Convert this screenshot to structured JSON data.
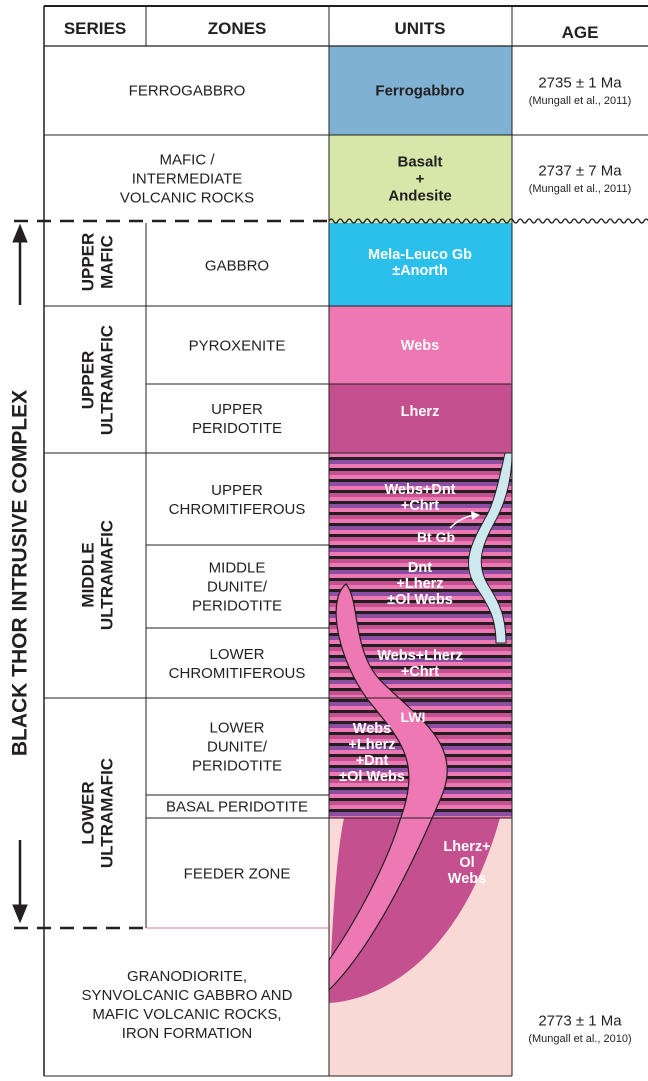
{
  "header": {
    "series": "SERIES",
    "zones": "ZONES",
    "units": "UNITS",
    "age": "AGE"
  },
  "complex_label": "BLACK THOR INTRUSIVE COMPLEX",
  "series": [
    {
      "lines": [
        "UPPER",
        "MAFIC"
      ]
    },
    {
      "lines": [
        "UPPER",
        "ULTRAMAFIC"
      ]
    },
    {
      "lines": [
        "MIDDLE",
        "ULTRAMAFIC"
      ]
    },
    {
      "lines": [
        "LOWER",
        "ULTRAMAFIC"
      ]
    }
  ],
  "overlying_units": [
    {
      "zone": [
        "FERROGABBRO"
      ],
      "unit": [
        "Ferrogabbro"
      ],
      "color": "#7fb1d3",
      "age": "2735 ± 1 Ma",
      "ref": "(Mungall et al., 2011)"
    },
    {
      "zone": [
        "MAFIC /",
        "INTERMEDIATE",
        "VOLCANIC ROCKS"
      ],
      "unit": [
        "Basalt",
        "+",
        "Andesite"
      ],
      "color": "#d7e6a9",
      "age": "2737 ± 7 Ma",
      "ref": "(Mungall et al., 2011)"
    }
  ],
  "zones": [
    {
      "zone": [
        "GABBRO"
      ],
      "unit": [
        "Mela-Leuco Gb",
        "±Anorth"
      ],
      "color": "#2bc0ec"
    },
    {
      "zone": [
        "PYROXENITE"
      ],
      "unit": [
        "Webs"
      ],
      "color": "#ee78b4"
    },
    {
      "zone": [
        "UPPER",
        "PERIDOTITE"
      ],
      "unit": [
        "Lherz"
      ],
      "color": "#c5508f"
    },
    {
      "zone": [
        "UPPER",
        "CHROMITIFEROUS"
      ],
      "unit": [
        "Webs+Dnt",
        "+Chrt"
      ]
    },
    {
      "zone": [
        "MIDDLE",
        "DUNITE/",
        "PERIDOTITE"
      ],
      "unit": [
        "Dnt",
        "+Lherz",
        "±Ol Webs"
      ]
    },
    {
      "zone": [
        "LOWER",
        "CHROMITIFEROUS"
      ],
      "unit": [
        "Webs+Lherz",
        "+Chrt"
      ]
    },
    {
      "zone": [
        "LOWER",
        "DUNITE/",
        "PERIDOTITE"
      ],
      "unit": [
        "Webs",
        "+Lherz",
        "+Dnt",
        "±Ol Webs"
      ]
    },
    {
      "zone": [
        "BASAL PERIDOTITE"
      ]
    },
    {
      "zone": [
        "FEEDER ZONE"
      ],
      "unit": [
        "Lherz+",
        "Ol",
        "Webs"
      ]
    }
  ],
  "basement": {
    "zone": [
      "GRANODIORITE,",
      "SYNVOLCANIC GABBRO AND",
      "MAFIC VOLCANIC ROCKS,",
      "IRON FORMATION"
    ],
    "color": "#f9d9d6",
    "age": "2773 ± 1 Ma",
    "ref": "(Mungall et al., 2010)"
  },
  "intrusion_labels": {
    "bt_gb": "Bt Gb",
    "lwi": "LWI"
  },
  "colors": {
    "line": "#231f20",
    "ferrogabbro": "#7fb1d3",
    "volcanics": "#d7e6a9",
    "gabbro": "#2bc0ec",
    "websterite": "#ee78b4",
    "lherzolite": "#c5508f",
    "dunite_band": "#8c4ea3",
    "chromitite": "#231f20",
    "biotite_gabbro": "#cde8ef",
    "basement": "#f9d9d6"
  }
}
